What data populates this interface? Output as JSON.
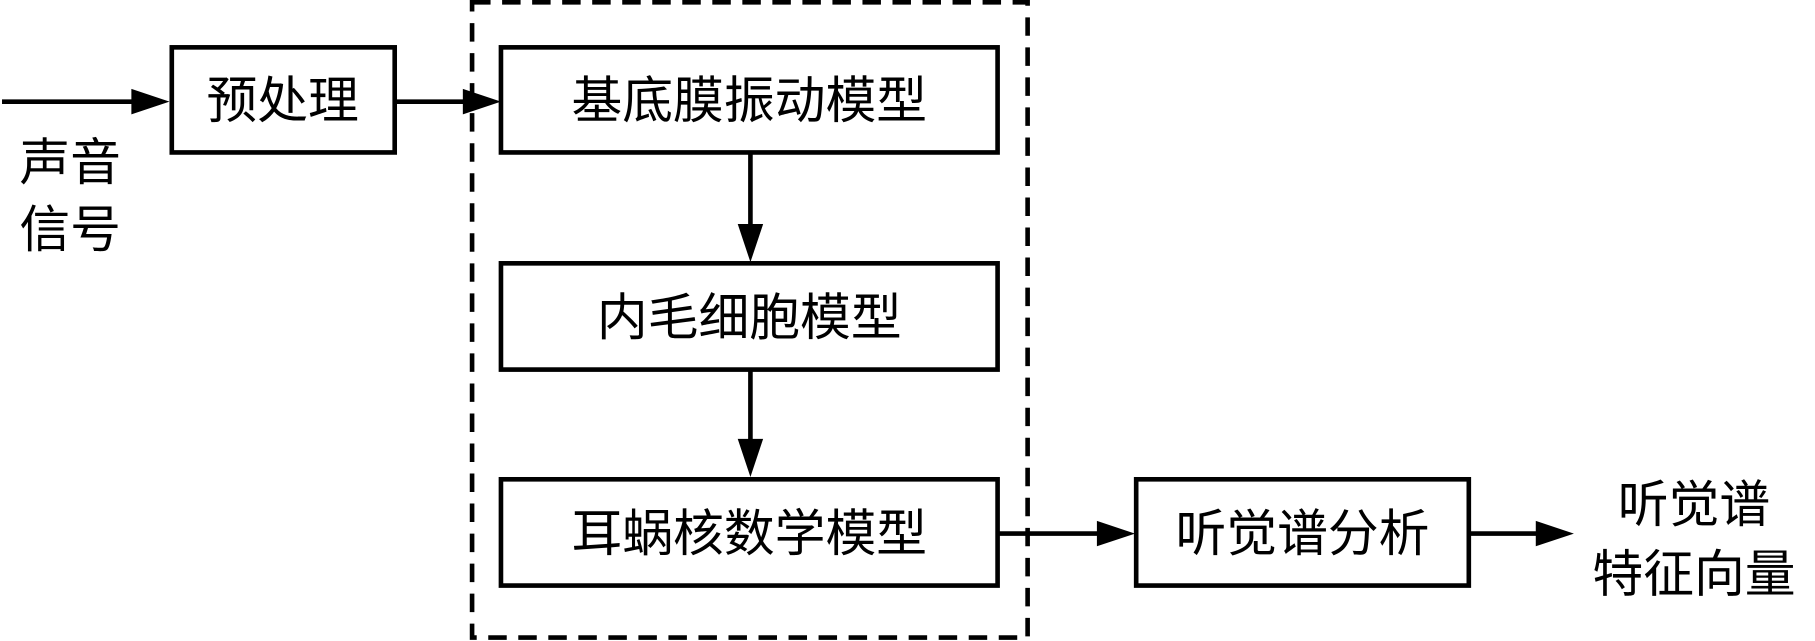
{
  "diagram": {
    "input_label": [
      "声音",
      "信号"
    ],
    "nodes": {
      "preprocess": "预处理",
      "basilar_membrane": "基底膜振动模型",
      "inner_hair_cell": "内毛细胞模型",
      "cochlear_nucleus": "耳蜗核数学模型",
      "auditory_spectrum": "听觉谱分析"
    },
    "output_label": [
      "听觉谱",
      "特征向量"
    ],
    "edges": [
      [
        "input",
        "preprocess"
      ],
      [
        "preprocess",
        "basilar_membrane"
      ],
      [
        "basilar_membrane",
        "inner_hair_cell"
      ],
      [
        "inner_hair_cell",
        "cochlear_nucleus"
      ],
      [
        "cochlear_nucleus",
        "auditory_spectrum"
      ],
      [
        "auditory_spectrum",
        "output"
      ]
    ],
    "group": [
      "basilar_membrane",
      "inner_hair_cell",
      "cochlear_nucleus"
    ]
  }
}
